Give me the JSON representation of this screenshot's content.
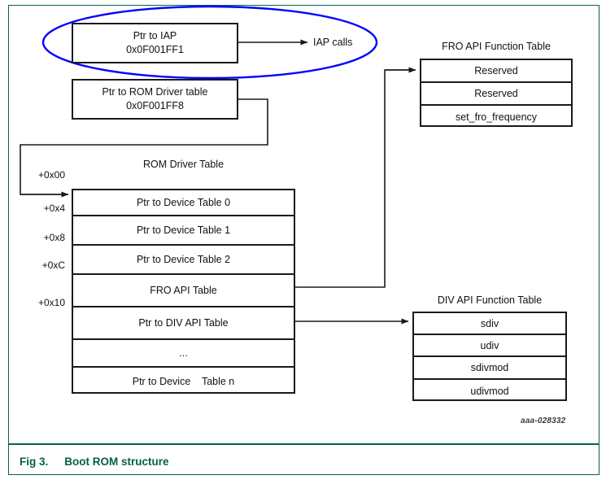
{
  "figure": {
    "caption_number": "Fig 3.",
    "caption_title": "Boot ROM structure",
    "doc_id": "aaa-028332",
    "frame_color": "#006450",
    "caption_color": "#00604a",
    "highlight_color": "#0000FF",
    "line_color": "#1a1a1a"
  },
  "boxes": {
    "iap_ptr": {
      "line1": "Ptr to IAP",
      "line2": "0x0F001FF1"
    },
    "rom_driver_ptr": {
      "line1": "Ptr to ROM Driver table",
      "line2": "0x0F001FF8"
    }
  },
  "labels": {
    "iap_calls": "IAP calls"
  },
  "rom_driver_table": {
    "title": "ROM Driver Table",
    "offsets": [
      "+0x00",
      "+0x4",
      "+0x8",
      "+0xC",
      "+0x10"
    ],
    "rows": [
      "Ptr to Device Table 0",
      "Ptr to Device Table 1",
      "Ptr to Device Table 2",
      "FRO API Table",
      "Ptr to DIV API Table",
      "...",
      "Ptr to Device    Table n"
    ]
  },
  "fro_api_table": {
    "title": "FRO API Function Table",
    "rows": [
      "Reserved",
      "Reserved",
      "set_fro_frequency"
    ]
  },
  "div_api_table": {
    "title": "DIV API Function Table",
    "rows": [
      "sdiv",
      "udiv",
      "sdivmod",
      "udivmod"
    ]
  }
}
